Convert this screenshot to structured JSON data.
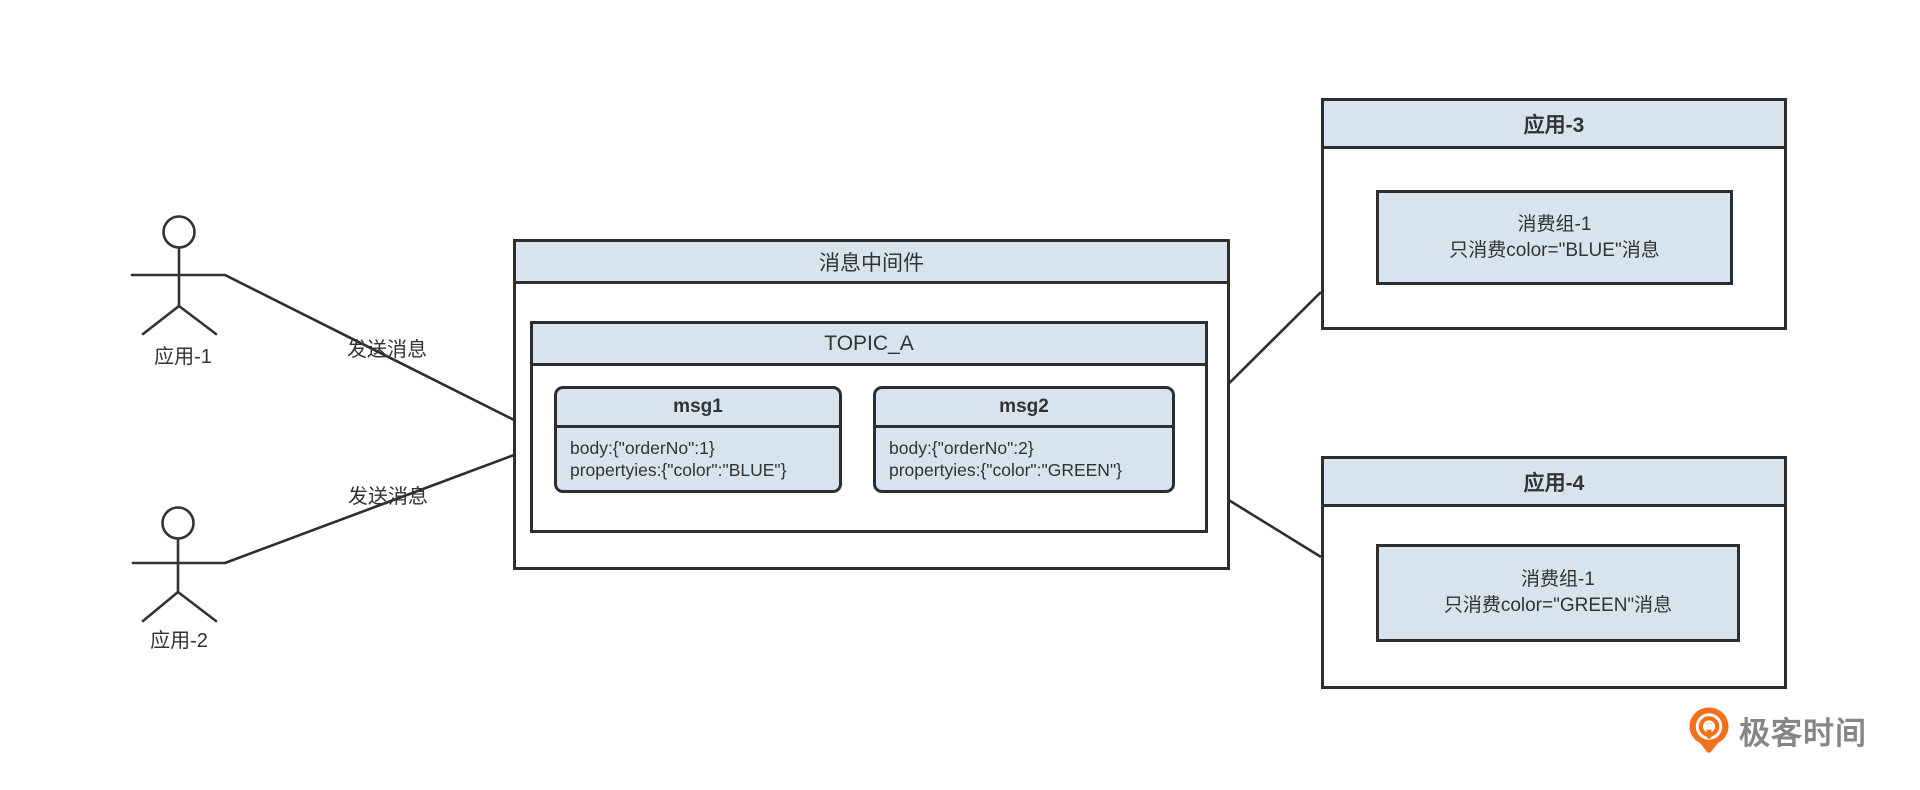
{
  "producers": [
    {
      "label": "应用-1",
      "action_label": "发送消息"
    },
    {
      "label": "应用-2",
      "action_label": "发送消息"
    }
  ],
  "middleware": {
    "title": "消息中间件",
    "topic": {
      "title": "TOPIC_A",
      "messages": [
        {
          "name": "msg1",
          "body": "body:{\"orderNo\":1}",
          "properties": "propertyies:{\"color\":\"BLUE\"}"
        },
        {
          "name": "msg2",
          "body": "body:{\"orderNo\":2}",
          "properties": "propertyies:{\"color\":\"GREEN\"}"
        }
      ]
    }
  },
  "consumers": [
    {
      "title": "应用-3",
      "group_name": "消费组-1",
      "group_rule": "只消费color=\"BLUE\"消息"
    },
    {
      "title": "应用-4",
      "group_name": "消费组-1",
      "group_rule": "只消费color=\"GREEN\"消息"
    }
  ],
  "branding": {
    "logo_text": "极客时间"
  },
  "colors": {
    "box_fill": "#d7e4ee",
    "border": "#2e2e2e",
    "text": "#333333",
    "logo_orange": "#f4711c",
    "logo_text_color": "#868686"
  }
}
